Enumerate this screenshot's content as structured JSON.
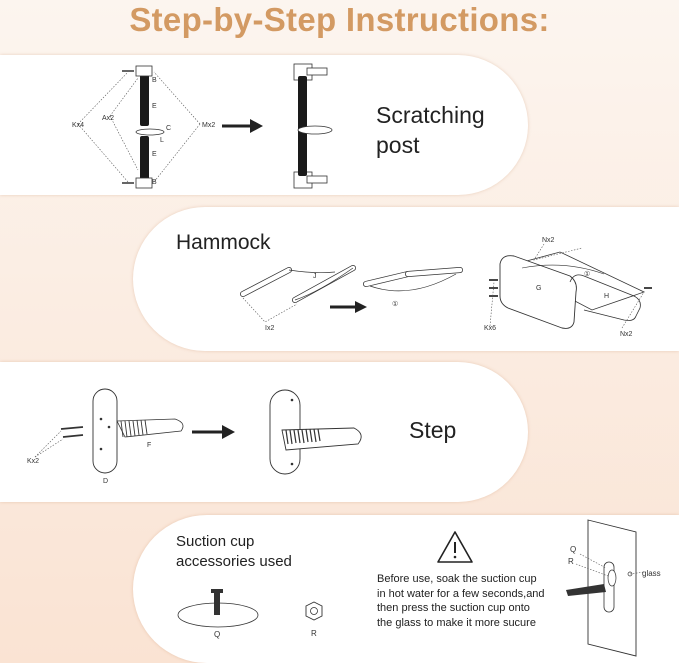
{
  "title": "Step-by-Step Instructions:",
  "sections": {
    "scratching_post": {
      "label_line1": "Scratching",
      "label_line2": "post",
      "parts": {
        "k": "Kx4",
        "a": "Ax2",
        "m": "Mx2",
        "b1": "B",
        "b2": "B",
        "e1": "E",
        "e2": "E",
        "c": "C",
        "l": "L"
      }
    },
    "hammock": {
      "label": "Hammock",
      "parts": {
        "j": "J",
        "i": "Ix2",
        "circ1": "①",
        "circ2": "①",
        "n1": "Nx2",
        "n2": "Nx2",
        "k": "Kx6",
        "g": "G",
        "h": "H"
      }
    },
    "step": {
      "label": "Step",
      "parts": {
        "k": "Kx2",
        "f": "F",
        "d": "D"
      }
    },
    "suction": {
      "label_line1": "Suction cup",
      "label_line2": "accessories used",
      "instructions": "Before use, soak the suction cup in hot water for a few seconds,and then press the suction cup onto the glass to make it more sucure",
      "parts": {
        "q": "Q",
        "r": "R",
        "q2": "Q",
        "r2": "R",
        "glass": "glass"
      }
    }
  },
  "icons": {
    "warning": "warning-triangle-icon",
    "arrow": "arrow-right-icon"
  },
  "colors": {
    "title": "#d39a63",
    "bg_top": "#fcf5ef",
    "bg_bottom": "#fae3d3",
    "panel": "#ffffff"
  }
}
